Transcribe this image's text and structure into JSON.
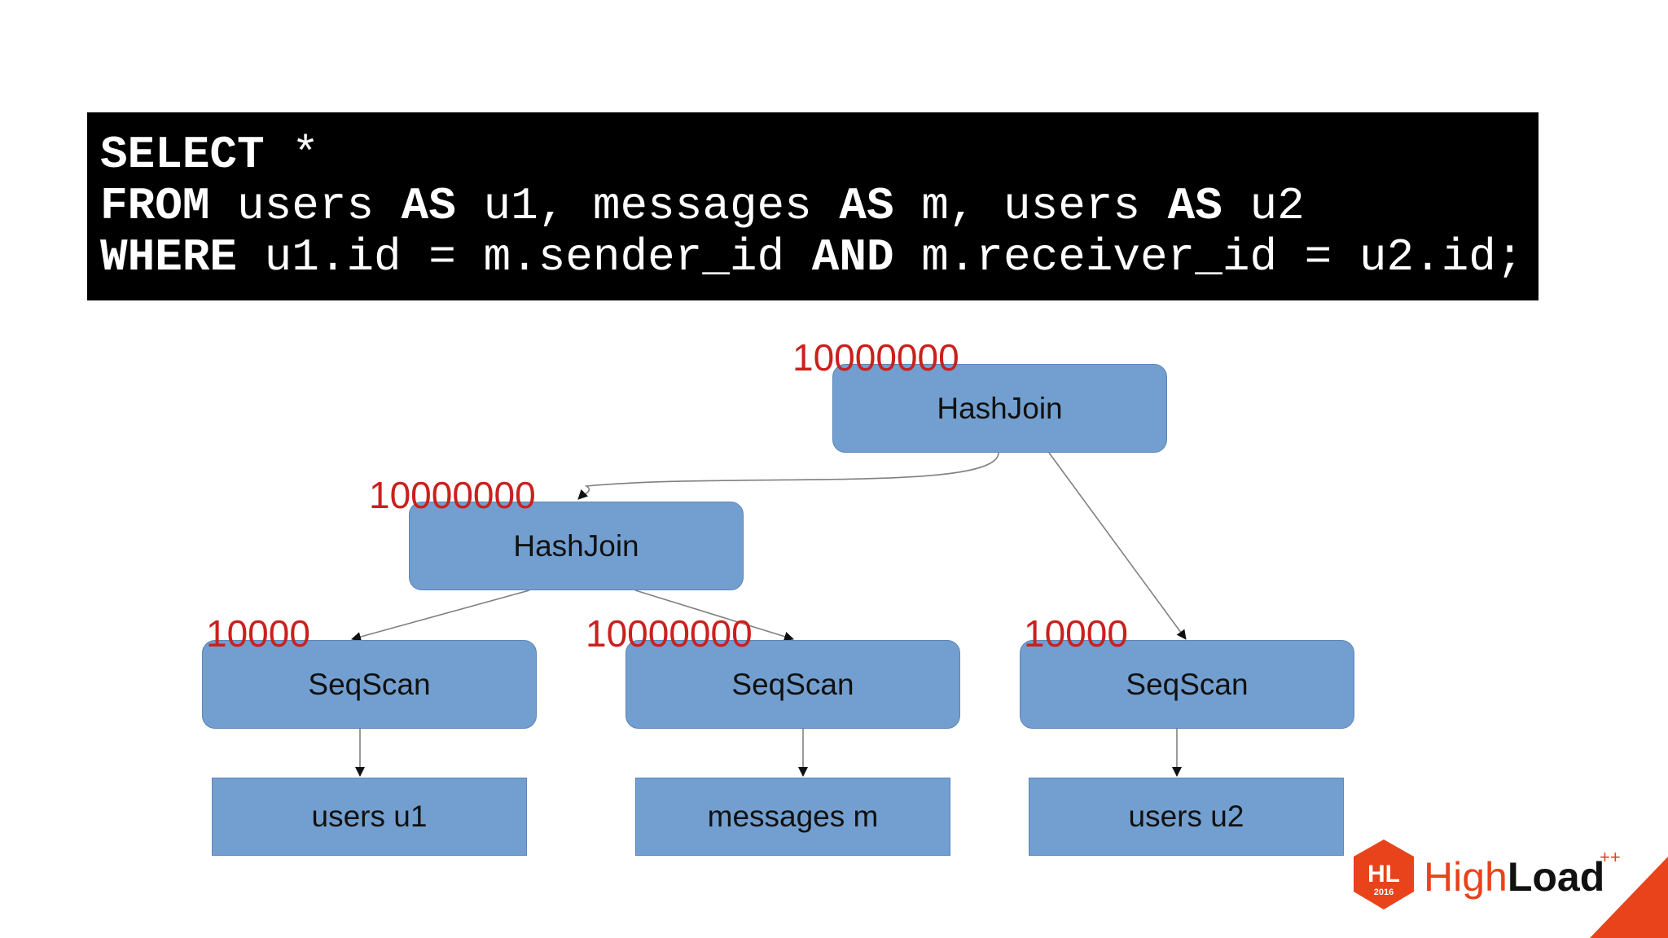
{
  "code": {
    "line1": {
      "kw": "SELECT",
      "rest": " *"
    },
    "line2": {
      "kw1": "FROM",
      "mid1": " users ",
      "kw2": "AS",
      "mid2": " u1, messages ",
      "kw3": "AS",
      "mid3": " m, users ",
      "kw4": "AS",
      "rest": " u2"
    },
    "line3": {
      "kw1": "WHERE",
      "mid1": " u1.id = m.sender_id ",
      "kw2": "AND",
      "rest": " m.receiver_id = u2.id;"
    }
  },
  "nodes": {
    "root_hashjoin": {
      "label": "HashJoin",
      "count": "10000000"
    },
    "inner_hashjoin": {
      "label": "HashJoin",
      "count": "10000000"
    },
    "seqscan_u1": {
      "label": "SeqScan",
      "count": "10000"
    },
    "seqscan_m": {
      "label": "SeqScan",
      "count": "10000000"
    },
    "seqscan_u2": {
      "label": "SeqScan",
      "count": "10000"
    },
    "table_u1": {
      "label": "users u1"
    },
    "table_m": {
      "label": "messages m"
    },
    "table_u2": {
      "label": "users u2"
    }
  },
  "logo": {
    "badge_text": "HL",
    "badge_year": "2016",
    "name_light": "High",
    "name_bold": "Load",
    "superscript": "++"
  },
  "colors": {
    "node_fill": "#729fcf",
    "count_red": "#c9211e",
    "brand_red": "#e8431b",
    "code_bg": "#000000"
  }
}
